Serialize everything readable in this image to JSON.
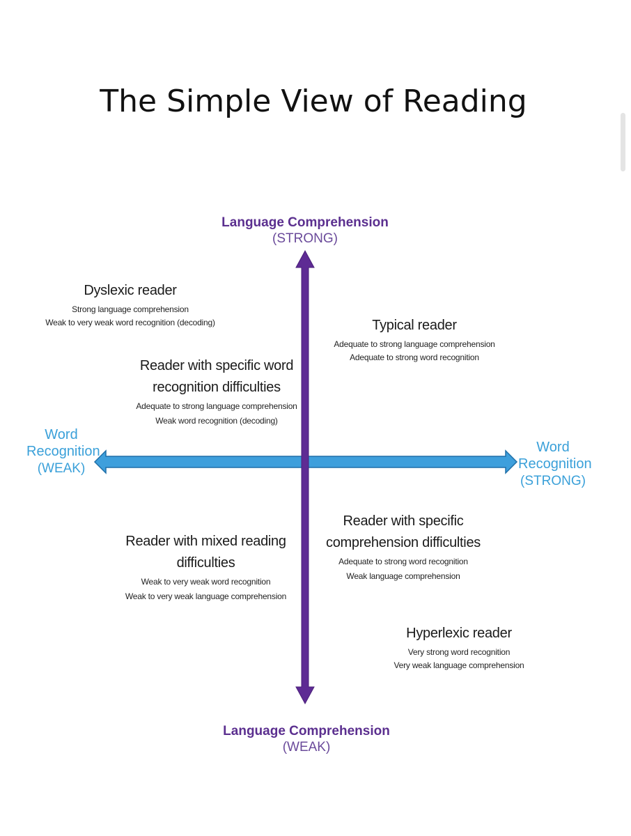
{
  "title": "The Simple View of Reading",
  "axes": {
    "top": {
      "main": "Language Comprehension",
      "paren": "(STRONG)"
    },
    "bottom": {
      "main": "Language Comprehension",
      "paren": "(WEAK)"
    },
    "left": {
      "line1": "Word",
      "line2": "Recognition",
      "line3": "(WEAK)"
    },
    "right": {
      "line1": "Word",
      "line2": "Recognition",
      "line3": "(STRONG)"
    }
  },
  "colors": {
    "vertical_arrow": "#5e2b94",
    "horizontal_arrow": "#3e9fdc"
  },
  "readers": {
    "dyslexic": {
      "title": "Dyslexic reader",
      "line1": "Strong language comprehension",
      "line2": "Weak to very weak word recognition (decoding)"
    },
    "typical": {
      "title": "Typical reader",
      "line1": "Adequate to strong language comprehension",
      "line2": "Adequate to strong word recognition"
    },
    "specific_word": {
      "title_line1": "Reader with specific word",
      "title_line2": "recognition difficulties",
      "line1": "Adequate to strong language comprehension",
      "line2": "Weak word recognition (decoding)"
    },
    "specific_comprehension": {
      "title_line1": "Reader with specific",
      "title_line2": "comprehension difficulties",
      "line1": "Adequate to strong word recognition",
      "line2": "Weak language comprehension"
    },
    "mixed": {
      "title_line1": "Reader with mixed reading",
      "title_line2": "difficulties",
      "line1": "Weak to very weak word recognition",
      "line2": "Weak to very weak language comprehension"
    },
    "hyperlexic": {
      "title": "Hyperlexic reader",
      "line1": "Very strong word recognition",
      "line2": "Very weak language comprehension"
    }
  }
}
